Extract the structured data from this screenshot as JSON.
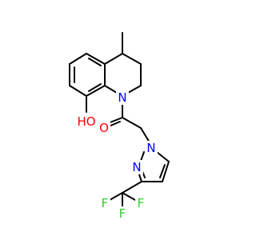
{
  "molecule": {
    "atoms": {
      "hydroxyl": "HO",
      "carbonyl_oxygen": "O",
      "ring_nitrogen": "N",
      "pyrazole_n1": "N",
      "pyrazole_n2": "N",
      "fluorine_1": "F",
      "fluorine_2": "F",
      "fluorine_3": "F"
    },
    "colors": {
      "carbon_bond": "#000000",
      "oxygen": "#ff0000",
      "nitrogen": "#0000ff",
      "fluorine": "#33cc33",
      "background": "#ffffff"
    }
  }
}
